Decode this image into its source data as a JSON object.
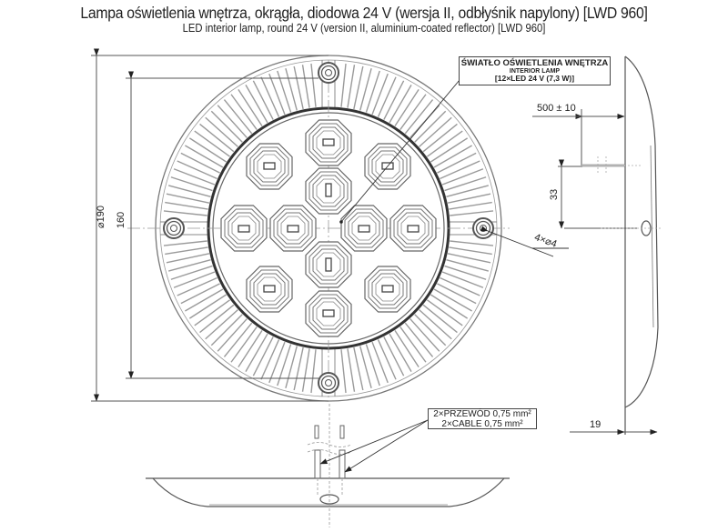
{
  "title": {
    "polish": "Lampa oświetlenia wnętrza, okrągła, diodowa 24 V (wersja II, odbłyśnik napylony) [LWD 960]",
    "english": "LED interior lamp, round 24 V (version II, aluminium-coated reflector) [LWD 960]"
  },
  "labels": {
    "lamp_box": {
      "line1": "ŚWIATŁO OŚWIETLENIA WNĘTRZA",
      "line2": "INTERIOR LAMP",
      "line3": "[12×LED 24 V (7,3 W)]"
    },
    "cable_box": {
      "line1": "2×PRZEWÓD 0,75 mm²",
      "line2": "2×CABLE 0,75 mm²"
    }
  },
  "dimensions": {
    "outer_diameter": "⌀190",
    "hole_spacing": "160",
    "cable_length": "500 ± 10",
    "cable_offset": "33",
    "holes": "4×⌀4",
    "height": "19"
  },
  "drawing": {
    "led_count": 12,
    "mounting_holes": 4,
    "views": [
      "front-view",
      "side-view",
      "bottom-view"
    ]
  }
}
